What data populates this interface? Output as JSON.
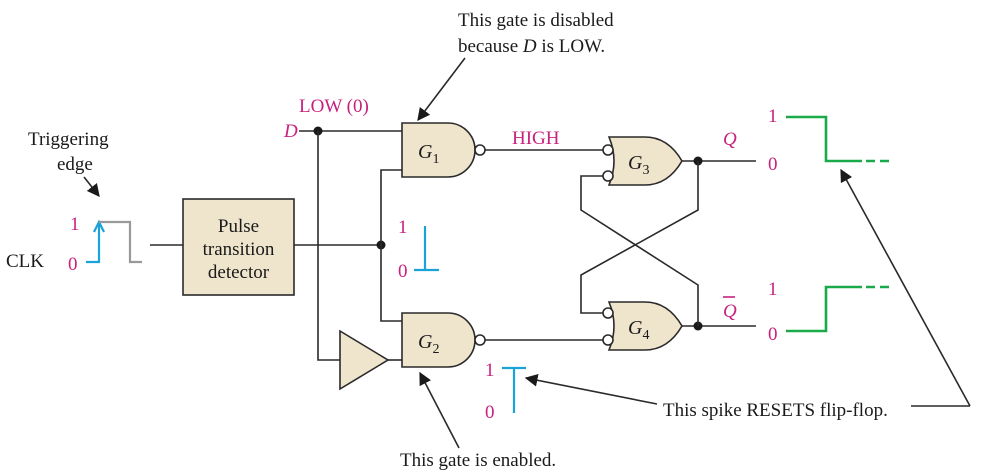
{
  "annotations": {
    "disabled_line1": "This gate is disabled",
    "disabled_line2_pre": "because ",
    "disabled_line2_var": "D",
    "disabled_line2_post": " is LOW.",
    "triggering_line1": "Triggering",
    "triggering_line2": "edge",
    "enabled": "This gate is enabled.",
    "spike_resets": "This spike RESETS flip-flop."
  },
  "inputs": {
    "clk": "CLK",
    "d": "D",
    "d_state": "LOW (0)"
  },
  "block": {
    "line1": "Pulse",
    "line2": "transition",
    "line3": "detector"
  },
  "gates": [
    {
      "letter": "G",
      "sub": "1"
    },
    {
      "letter": "G",
      "sub": "2"
    },
    {
      "letter": "G",
      "sub": "3"
    },
    {
      "letter": "G",
      "sub": "4"
    }
  ],
  "signals": {
    "high": "HIGH",
    "q": "Q",
    "qbar": "Q"
  },
  "levels": {
    "one": "1",
    "zero": "0"
  },
  "colors": {
    "wire": "#2a2a2a",
    "gate_fill": "#efe4cc",
    "label_accent": "#c8217d",
    "clk_edge": "#1aa3d9",
    "clk_wave": "#999999",
    "spike": "#1aa3d9",
    "output_wave": "#1aaa4a"
  }
}
